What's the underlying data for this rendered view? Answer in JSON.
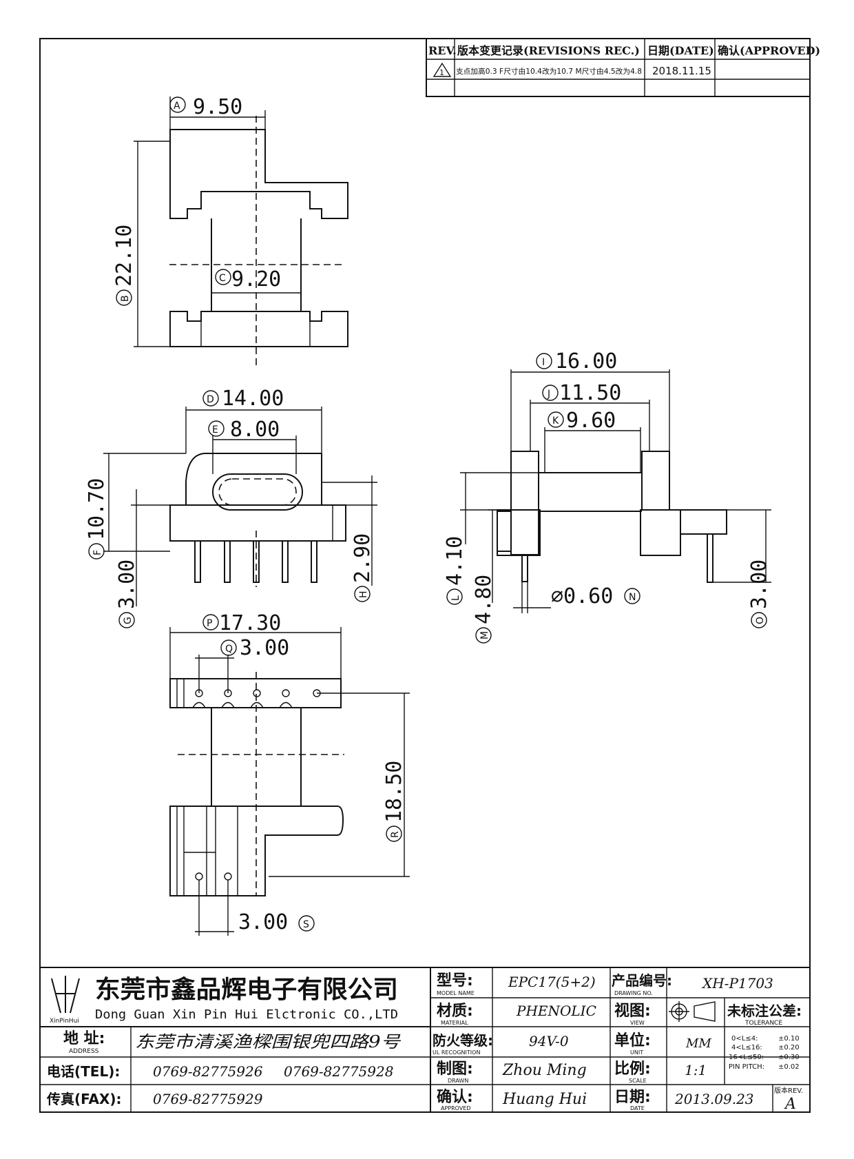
{
  "revisions": {
    "headers": {
      "rev": "REV.",
      "record": "版本变更记录(REVISIONS REC.)",
      "date": "日期(DATE)",
      "approved": "确认(APPROVED)"
    },
    "rows": [
      {
        "mark": "1",
        "text": "支点加高0.3 F尺寸由10.4改为10.7 M尺寸由4.5改为4.8",
        "date": "2018.11.15",
        "approved": ""
      }
    ]
  },
  "dimensions": {
    "A": {
      "letter": "A",
      "value": "9.50"
    },
    "B": {
      "letter": "B",
      "value": "22.10"
    },
    "C": {
      "letter": "C",
      "value": "9.20"
    },
    "D": {
      "letter": "D",
      "value": "14.00"
    },
    "E": {
      "letter": "E",
      "value": "8.00"
    },
    "F": {
      "letter": "F",
      "value": "10.70"
    },
    "G": {
      "letter": "G",
      "value": "3.00"
    },
    "H": {
      "letter": "H",
      "value": "2.90"
    },
    "I": {
      "letter": "I",
      "value": "16.00"
    },
    "J": {
      "letter": "J",
      "value": "11.50"
    },
    "K": {
      "letter": "K",
      "value": "9.60"
    },
    "L": {
      "letter": "L",
      "value": "4.10"
    },
    "M": {
      "letter": "M",
      "value": "4.80"
    },
    "N": {
      "letter": "N",
      "value": "⌀0.60"
    },
    "O": {
      "letter": "O",
      "value": "3.00"
    },
    "P": {
      "letter": "P",
      "value": "17.30"
    },
    "Q": {
      "letter": "Q",
      "value": "3.00"
    },
    "R": {
      "letter": "R",
      "value": "18.50"
    },
    "S": {
      "letter": "S",
      "value": "3.00"
    }
  },
  "title_block": {
    "company_cn": "东莞市鑫品辉电子有限公司",
    "company_en": "Dong Guan Xin Pin Hui Elctronic CO.,LTD",
    "logo_text": "XinPinHui",
    "address_label": "地 址:",
    "address_label_en": "ADDRESS",
    "address": "东莞市清溪渔樑围银兜四路9号",
    "tel_label": "电话(TEL):",
    "tel1": "0769-82775926",
    "tel2": "0769-82775928",
    "fax_label": "传真(FAX):",
    "fax": "0769-82775929",
    "model_label": "型号:",
    "model_label_en": "MODEL NAME",
    "model": "EPC17(5+2)",
    "material_label": "材质:",
    "material_label_en": "MATERIAL",
    "material": "PHENOLIC",
    "fire_label": "防火等级:",
    "fire_label_en": "UL RECOGNITION",
    "fire": "94V-0",
    "drawn_label": "制图:",
    "drawn_label_en": "DRAWN",
    "drawn": "Zhou Ming",
    "approved_label": "确认:",
    "approved_label_en": "APPROVED",
    "approved": "Huang Hui",
    "drawing_no_label": "产品编号:",
    "drawing_no_label_en": "DRAWING NO.",
    "drawing_no": "XH-P1703",
    "view_label": "视图:",
    "view_label_en": "VIEW",
    "unit_label": "单位:",
    "unit_label_en": "UNIT",
    "unit": "MM",
    "scale_label": "比例:",
    "scale_label_en": "SCALE",
    "scale": "1:1",
    "date_label": "日期:",
    "date_label_en": "DATE",
    "date": "2013.09.23",
    "tolerance_label": "未标注公差:",
    "tolerance_label_en": "TOLERANCE",
    "tolerances": [
      {
        "range": "0<L≤4:",
        "value": "±0.10"
      },
      {
        "range": "4<L≤16:",
        "value": "±0.20"
      },
      {
        "range": "16<L≤50:",
        "value": "±0.30"
      },
      {
        "range": "PIN PITCH:",
        "value": "±0.02"
      }
    ],
    "rev_label": "版本REV.",
    "rev": "A"
  }
}
